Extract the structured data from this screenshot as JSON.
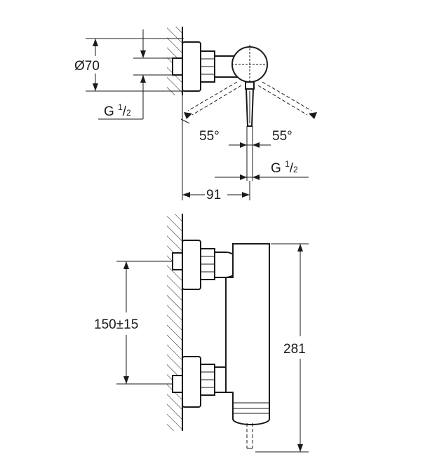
{
  "top_view": {
    "diameter_label": "Ø70",
    "thread_left": {
      "main": "G ",
      "num": "1",
      "den": "2"
    },
    "angle_left": "55°",
    "angle_right": "55°",
    "thread_right": {
      "main": "G ",
      "num": "1",
      "den": "2"
    },
    "projection": "91"
  },
  "side_view": {
    "centers": "150±15",
    "height": "281"
  }
}
